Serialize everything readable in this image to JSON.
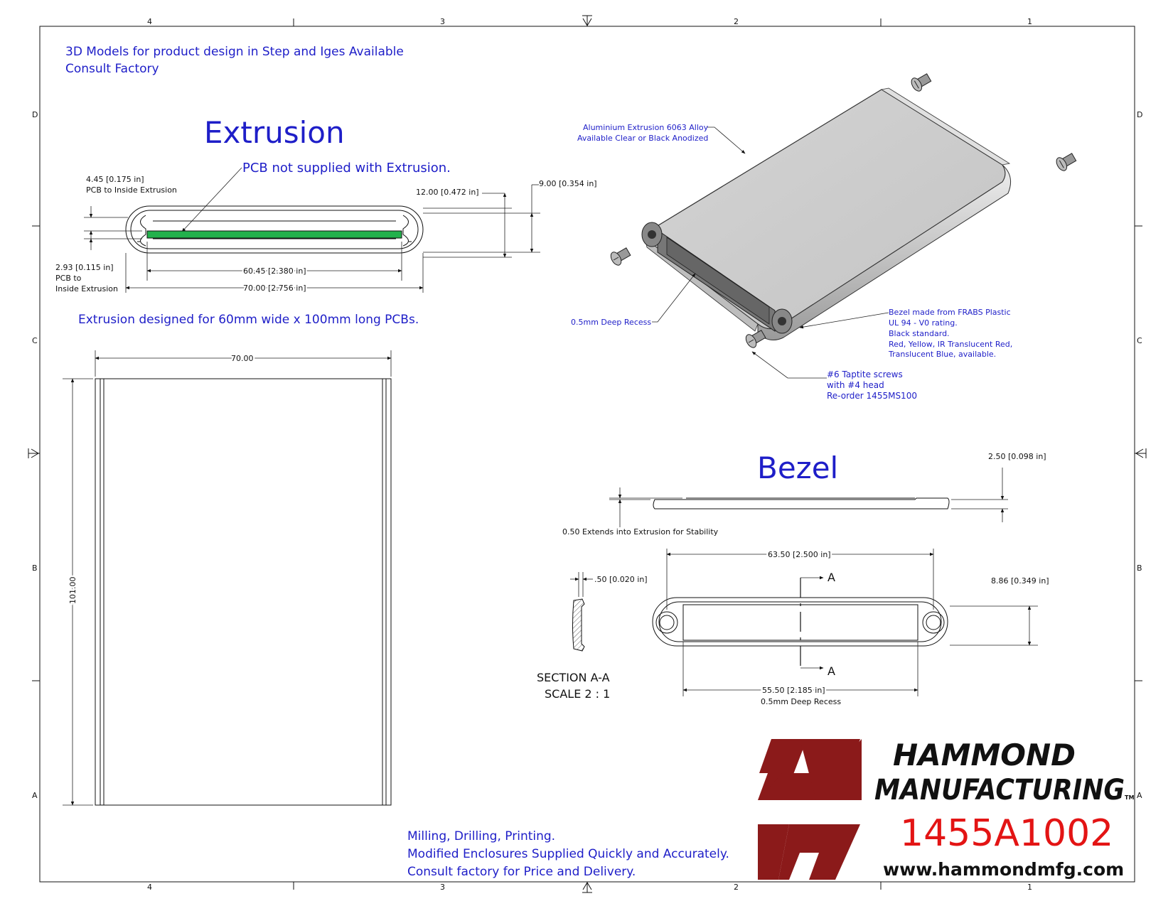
{
  "colors": {
    "note_blue": "#1e1ec8",
    "logo_red": "#8b1a1a",
    "part_red": "#e31414",
    "pcb_green": "#22b14c"
  },
  "border": {
    "col_labels_top": [
      "4",
      "3",
      "2",
      "1"
    ],
    "col_labels_bottom": [
      "4",
      "3",
      "2",
      "1"
    ],
    "row_labels_left": [
      "D",
      "C",
      "B",
      "A"
    ],
    "row_labels_right": [
      "D",
      "C",
      "B",
      "A"
    ]
  },
  "notes": {
    "models_line1": "3D Models for product design in Step and Iges Available",
    "models_line2": "Consult Factory",
    "extrusion_title": "Extrusion",
    "pcb_note": "PCB not supplied with Extrusion.",
    "designed_for": "Extrusion designed for 60mm wide x 100mm long PCBs.",
    "bezel_title": "Bezel",
    "milling1": "Milling, Drilling, Printing.",
    "milling2": "Modified Enclosures Supplied Quickly and Accurately.",
    "milling3": "Consult factory for Price and Delivery."
  },
  "extrusion_dims": {
    "d1_line1": "4.45 [0.175 in]",
    "d1_line2": "PCB to Inside Extrusion",
    "d2": "12.00 [0.472 in]",
    "d3": "9.00 [0.354 in]",
    "d4_line1": "2.93 [0.115 in]",
    "d4_line2": "PCB to",
    "d4_line3": "Inside Extrusion",
    "d5": "60.45 [2.380 in]",
    "d6": "70.00 [2.756 in]"
  },
  "top_view": {
    "width": "70.00",
    "length": "101.00"
  },
  "iso_notes": {
    "alu1": "Aluminium Extrusion 6063 Alloy",
    "alu2": "Available Clear or Black Anodized",
    "recess": "0.5mm Deep Recess",
    "bezel1": "Bezel made from FRABS Plastic",
    "bezel2": "UL 94 - V0 rating.",
    "bezel3": "Black standard.",
    "bezel4": "Red, Yellow, IR Translucent Red,",
    "bezel5": "Translucent Blue, available.",
    "screw1": "#6 Taptite screws",
    "screw2": "with #4 head",
    "screw3": "Re-order 1455MS100"
  },
  "bezel_dims": {
    "thick": "2.50 [0.098 in]",
    "extends": "0.50 Extends into Extrusion for Stability",
    "width": "63.50 [2.500 in]",
    "lip": ".50 [0.020 in]",
    "height": "8.86 [0.349 in]",
    "recess_w": "55.50 [2.185 in]",
    "recess_note": "0.5mm Deep Recess",
    "section_mark": "A",
    "section_title": "SECTION  A-A",
    "section_scale": "SCALE 2 : 1"
  },
  "title_block": {
    "company1": "HAMMOND",
    "company2": "MANUFACTURING",
    "tm": "TM",
    "part_number": "1455A1002",
    "website": "www.hammondmfg.com"
  }
}
